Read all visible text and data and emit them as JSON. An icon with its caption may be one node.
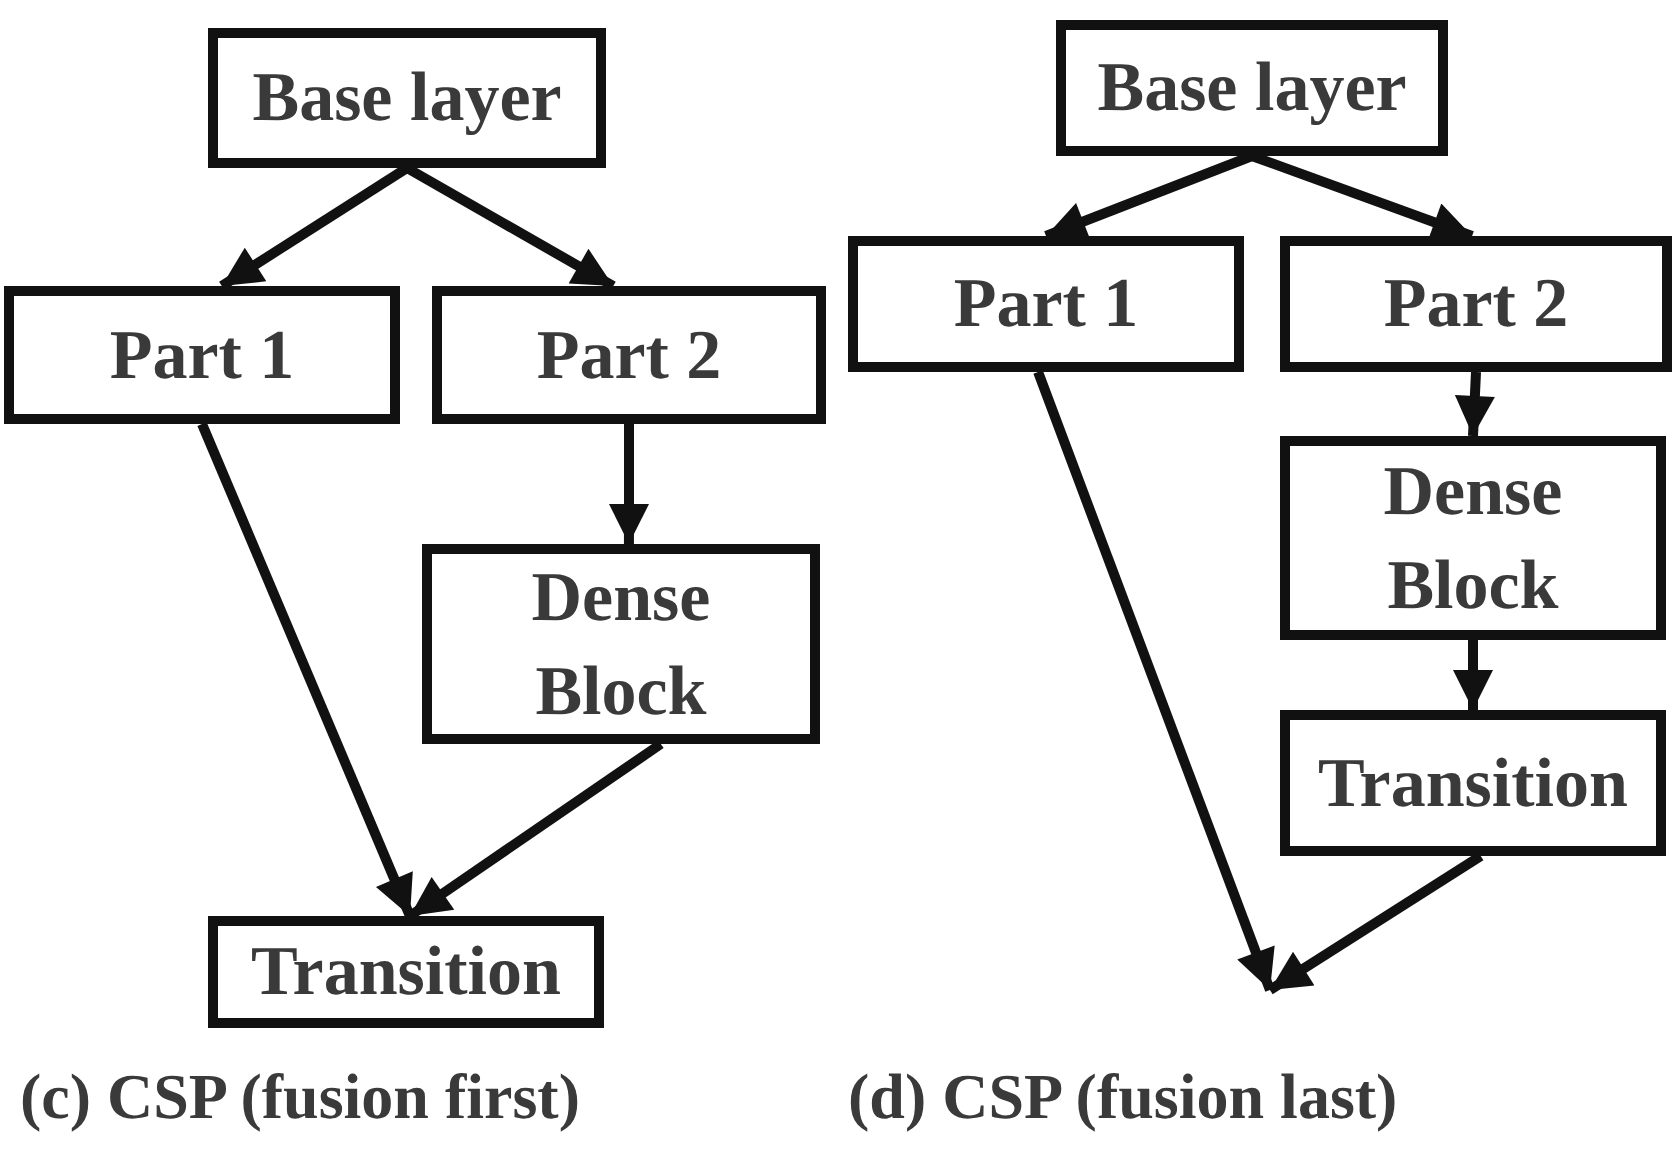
{
  "diagram": {
    "nodes": [
      {
        "text": [
          "Base layer"
        ]
      },
      {
        "text": [
          "Part 1"
        ]
      },
      {
        "text": [
          "Part 2"
        ]
      },
      {
        "text": [
          "Dense Block"
        ]
      },
      {
        "text": [
          "Transition"
        ]
      },
      {
        "text": [
          "Base layer"
        ]
      },
      {
        "text": [
          "Part 1"
        ]
      },
      {
        "text": [
          "Part 2"
        ]
      },
      {
        "text": [
          "Dense Block"
        ]
      },
      {
        "text": [
          "Transition"
        ]
      }
    ],
    "edges": [
      {
        "from": 0,
        "to": 1,
        "arrow": "to"
      },
      {
        "from": 0,
        "to": 2,
        "arrow": "to"
      },
      {
        "from": 2,
        "to": 3,
        "arrow": "to"
      },
      {
        "from": 1,
        "to": 4,
        "arrow": "to"
      },
      {
        "from": 3,
        "to": 4,
        "arrow": "to"
      },
      {
        "from": 5,
        "to": 6,
        "arrow": "to"
      },
      {
        "from": 5,
        "to": 7,
        "arrow": "to"
      },
      {
        "from": 7,
        "to": 8,
        "arrow": "to"
      },
      {
        "from": 8,
        "to": 9,
        "arrow": "to"
      },
      {
        "from": 6,
        "to": null,
        "arrow": "to"
      },
      {
        "from": 9,
        "to": null,
        "arrow": "to"
      }
    ],
    "labels": [
      "(c) CSP (fusion first)",
      "(d) CSP (fusion last)"
    ]
  }
}
